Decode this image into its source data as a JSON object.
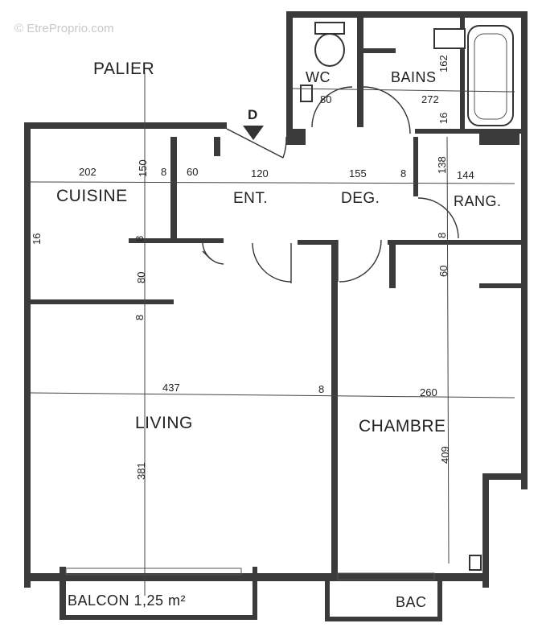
{
  "watermark": "© EtreProprio.com",
  "entry_marker": "D",
  "rooms": {
    "palier": "PALIER",
    "wc": "WC",
    "bains": "BAINS",
    "cuisine": "CUISINE",
    "ent": "ENT.",
    "deg": "DEG.",
    "rang": "RANG.",
    "living": "LIVING",
    "chambre": "CHAMBRE",
    "balcon": "BALCON 1,25 m²",
    "bac": "BAC"
  },
  "dimensions": {
    "cuisine_width": "202",
    "cuisine_depth": "150",
    "wall_8_a": "8",
    "placard_60": "60",
    "ent_width": "120",
    "deg_width": "155",
    "wall_8_b": "8",
    "rang_depth": "138",
    "rang_width": "144",
    "wc_door": "80",
    "bains_162": "162",
    "bains_272": "272",
    "bains_16": "16",
    "kitchen_side_16": "16",
    "wall_8_c": "8",
    "wall_8_d": "8",
    "kitchen_80": "80",
    "wall_8_e": "8",
    "chambre_placard_60": "60",
    "living_width": "437",
    "wall_8_f": "8",
    "chambre_width": "260",
    "living_depth": "381",
    "chambre_depth": "409"
  }
}
